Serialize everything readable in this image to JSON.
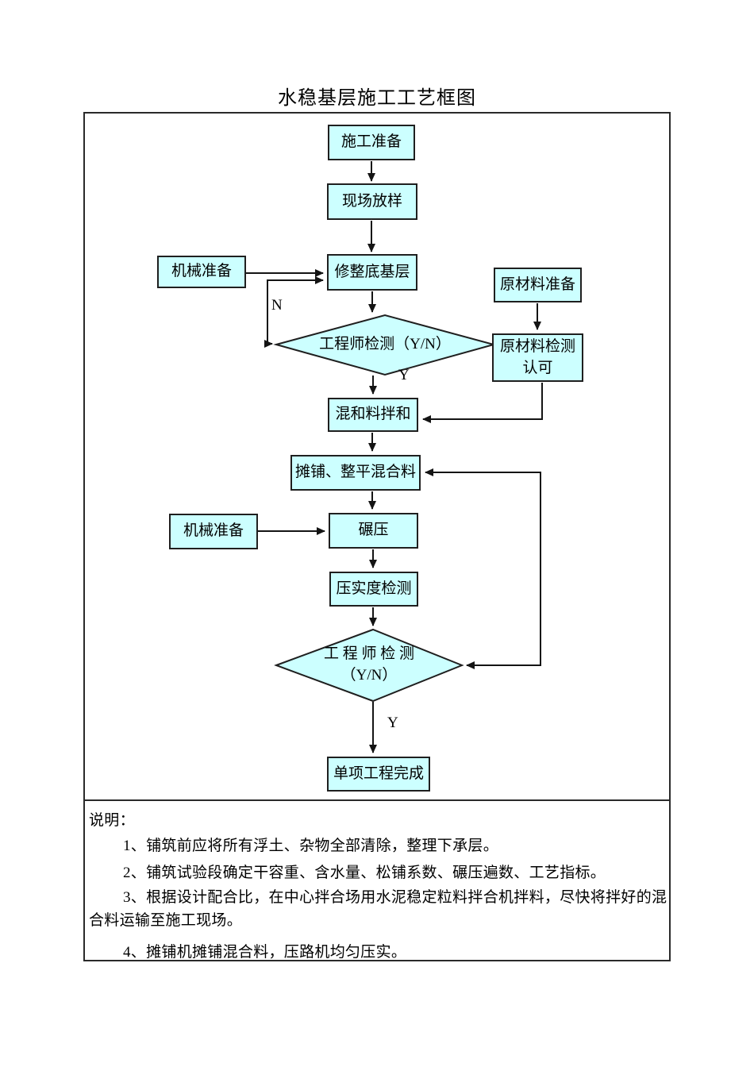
{
  "title": "水稳基层施工工艺框图",
  "flowchart": {
    "boxes": [
      {
        "label": "施工准备"
      },
      {
        "label": "现场放样"
      },
      {
        "label": "修整底基层"
      },
      {
        "label": "机械准备"
      },
      {
        "label": "原材料准备"
      },
      {
        "label": "原材料检测\n认可"
      },
      {
        "label": "混和料拌和"
      },
      {
        "label": "摊铺、整平混合料"
      },
      {
        "label": "机械准备"
      },
      {
        "label": "碾压"
      },
      {
        "label": "压实度检测"
      },
      {
        "label": "单项工程完成"
      }
    ],
    "diamonds": [
      {
        "label": "工程师检测（Y/N）"
      },
      {
        "label": "工 程 师 检 测\n（Y/N）"
      }
    ],
    "edge_labels": {
      "n1": "N",
      "y1": "Y",
      "y2": "Y"
    }
  },
  "notes": {
    "heading": "说明：",
    "lines": [
      "1、铺筑前应将所有浮土、杂物全部清除，整理下承层。",
      "2、铺筑试验段确定干容重、含水量、松铺系数、碾压遍数、工艺指标。",
      "3、根据设计配合比，在中心拌合场用水泥稳定粒料拌合机拌料，尽快将拌好的混",
      "合料运输至施工现场。",
      "4、摊铺机摊铺混合料，压路机均匀压实。"
    ]
  },
  "colors": {
    "box_fill": "#ccffff",
    "box_border": "#1f1f1f",
    "connector": "#141414",
    "frame_border": "#2a2a2a",
    "background": "#ffffff"
  }
}
